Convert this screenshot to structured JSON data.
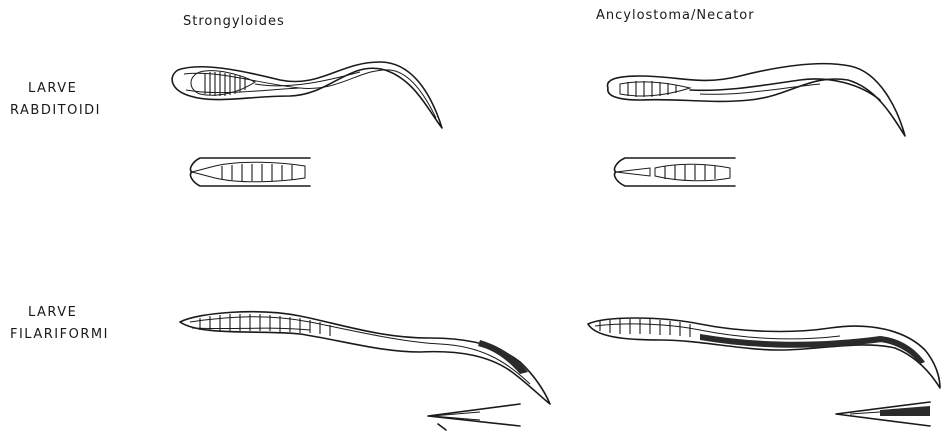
{
  "columns": {
    "left_title": "Strongyloides",
    "right_title": "Ancylostoma/Necator"
  },
  "rows": {
    "rhabditoid": {
      "line1": "LARVE",
      "line2": "RABDITOIDI"
    },
    "filariform": {
      "line1": "LARVE",
      "line2": "FILARIFORMI"
    }
  }
}
